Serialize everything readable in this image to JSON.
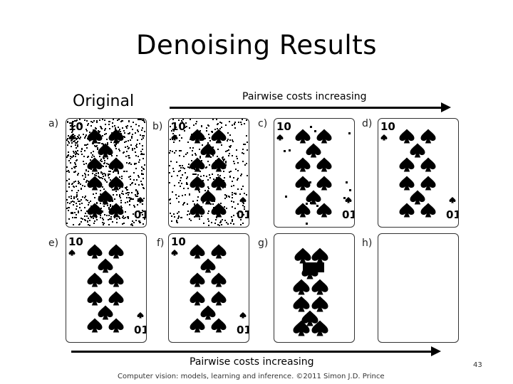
{
  "slide": {
    "title": "Denoising Results",
    "original_label": "Original",
    "top_caption": "Pairwise costs increasing",
    "bottom_caption": "Pairwise costs increasing",
    "footer": "Computer vision: models, learning and inference. ©2011 Simon J.D. Prince",
    "page_number": "43"
  },
  "panels": [
    {
      "letter": "a)",
      "variant": "noisy-heavy"
    },
    {
      "letter": "b)",
      "variant": "noisy-medium"
    },
    {
      "letter": "c)",
      "variant": "light-noise"
    },
    {
      "letter": "d)",
      "variant": "clean"
    },
    {
      "letter": "e)",
      "variant": "clean"
    },
    {
      "letter": "f)",
      "variant": "clean"
    },
    {
      "letter": "g)",
      "variant": "merged"
    },
    {
      "letter": "h)",
      "variant": "blank"
    }
  ]
}
